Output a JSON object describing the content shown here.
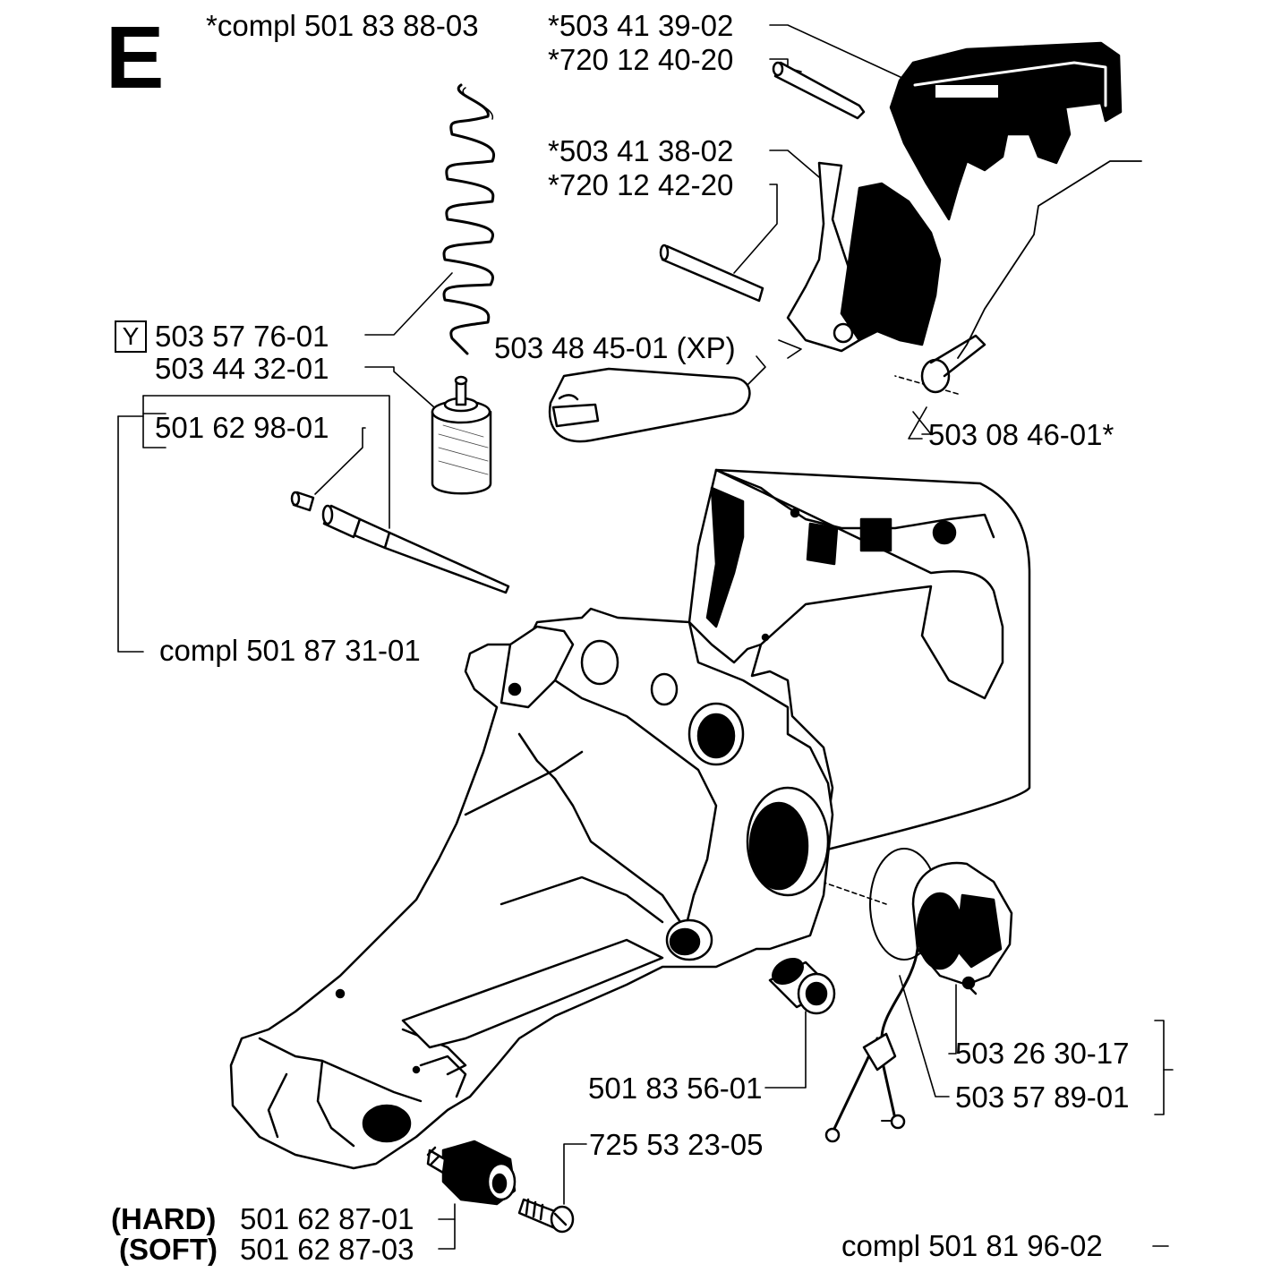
{
  "section_letter": "E",
  "badge": "Y",
  "labels": {
    "compl_501_83_88_03": "*compl 501 83 88-03",
    "p503_41_39_02": "*503 41 39-02",
    "p720_12_40_20": "*720 12 40-20",
    "p503_41_38_02": "*503 41 38-02",
    "p720_12_42_20": "*720 12 42-20",
    "p503_57_76_01": "503 57 76-01",
    "p503_44_32_01": "503 44 32-01",
    "p501_62_98_01": "501 62 98-01",
    "p503_48_45_01": "503 48 45-01 (XP)",
    "p503_08_46_01": "503 08 46-01*",
    "compl_501_87_31_01": "compl 501 87 31-01",
    "p501_83_56_01": "501 83 56-01",
    "p503_26_30_17": "503 26 30-17",
    "p503_57_89_01": "503 57 89-01",
    "p725_53_23_05": "725 53 23-05",
    "hard_tag": "(HARD)",
    "hard_part": "501 62 87-01",
    "soft_tag": "(SOFT)",
    "soft_part": "501 62 87-03",
    "compl_501_81_96_02": "compl 501 81 96-02"
  },
  "colors": {
    "ink": "#000000",
    "paper": "#ffffff"
  }
}
